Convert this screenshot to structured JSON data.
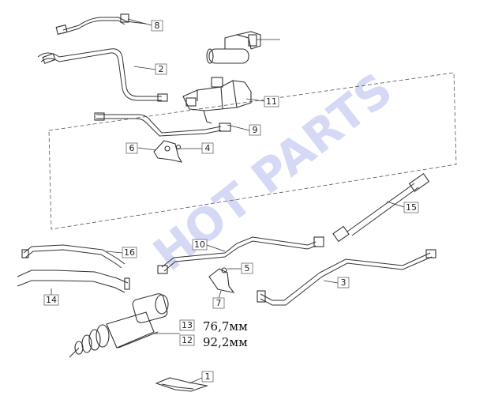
{
  "watermark": "HOT PARTS",
  "callouts": {
    "c1": "1",
    "c2": "2",
    "c3": "3",
    "c4": "4",
    "c5": "5",
    "c6": "6",
    "c7": "7",
    "c8": "8",
    "c9": "9",
    "c10": "10",
    "c11": "11",
    "c12": "12",
    "c13": "13",
    "c14": "14",
    "c15": "15",
    "c16": "16"
  },
  "dimensions": {
    "d13": "76,7мм",
    "d12": "92,2мм"
  }
}
